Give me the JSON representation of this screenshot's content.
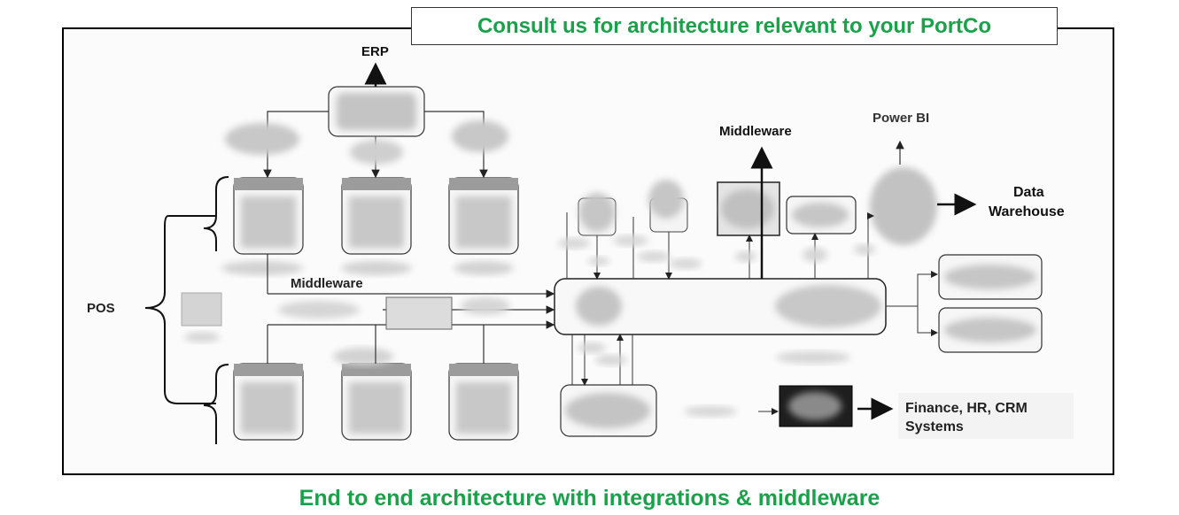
{
  "header": {
    "banner": "Consult us for architecture relevant to your PortCo"
  },
  "footer": {
    "caption": "End to end architecture with integrations & middleware"
  },
  "diagram": {
    "labels": {
      "erp": "ERP",
      "pos": "POS",
      "middleware_left": "Middleware",
      "middleware_top": "Middleware",
      "power_bi": "Power BI",
      "data_warehouse_line1": "Data",
      "data_warehouse_line2": "Warehouse",
      "finance_line1": "Finance, HR, CRM",
      "finance_line2": "Systems"
    }
  },
  "colors": {
    "accent": "#1aa24a",
    "line": "#222222",
    "blur": "#b8b8b8"
  }
}
